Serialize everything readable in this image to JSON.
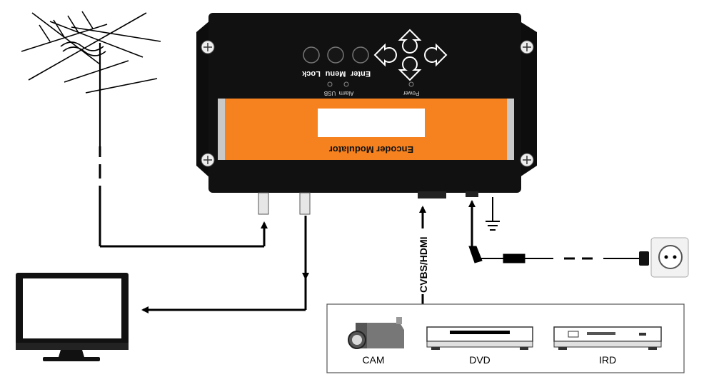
{
  "device": {
    "panel_label": "Encoder Modulator",
    "buttons": [
      "Enter",
      "Menu",
      "Lock"
    ],
    "indicators": [
      "Power",
      "Alarm",
      "USB"
    ]
  },
  "connections": {
    "av_input_label": "CVBS/HDMI"
  },
  "sources": [
    "CAM",
    "DVD",
    "IRD"
  ],
  "colors": {
    "panel_orange": "#f5821f",
    "device_body": "#111111",
    "line": "#000000"
  }
}
